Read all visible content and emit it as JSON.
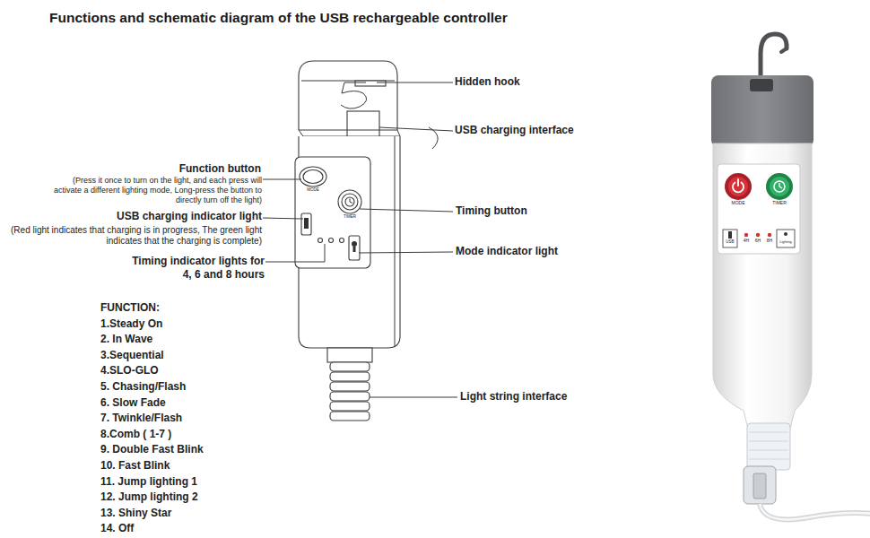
{
  "diagram": {
    "title": "Functions and schematic diagram of the USB rechargeable controller",
    "labels": [
      "Hidden hook",
      "USB charging interface",
      "Function button",
      "(Press it once to turn on the light, and each press will activate a different lighting mode, Long-press the button to directly turn off the light)",
      "USB charging indicator light",
      "(Red light indicates that charging is in progress, The green light indicates that the charging is complete)",
      "Timing button",
      "Mode indicator light",
      "Timing indicator lights for 4, 6 and 8 hours",
      "Light string interface",
      "FUNCTION:",
      "1.Steady On",
      "2. In Wave",
      "3.Sequential",
      "4.SLO-GLO",
      "5. Chasing/Flash",
      "6. Slow Fade",
      "7. Twinkle/Flash",
      "8.Comb ( 1-7 )",
      "9. Double Fast Blink",
      "10. Fast Blink",
      "11. Jump lighting 1",
      "12. Jump lighting 2",
      "13. Shiny Star",
      "14. Off",
      "MODE",
      "TIMER",
      "MODE",
      "TIMER",
      "USB",
      "4H",
      "6H",
      "8H",
      "Lighting"
    ]
  }
}
